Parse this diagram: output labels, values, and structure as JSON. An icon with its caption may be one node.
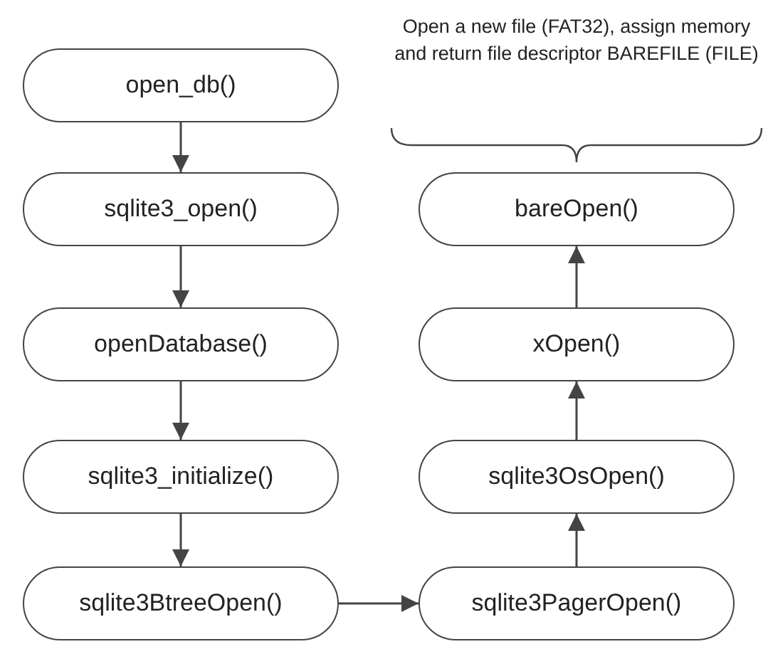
{
  "diagram": {
    "nodes": [
      {
        "text": [
          "open_db()"
        ]
      },
      {
        "text": [
          "sqlite3_open()"
        ]
      },
      {
        "text": [
          "openDatabase()"
        ]
      },
      {
        "text": [
          "sqlite3_initialize()"
        ]
      },
      {
        "text": [
          "sqlite3BtreeOpen()"
        ]
      },
      {
        "text": [
          "sqlite3PagerOpen()"
        ]
      },
      {
        "text": [
          "sqlite3OsOpen()"
        ]
      },
      {
        "text": [
          "xOpen()"
        ]
      },
      {
        "text": [
          "bareOpen()"
        ]
      }
    ],
    "labels": [
      "Open a new file (FAT32), assign memory and return file descriptor BAREFILE (FILE)"
    ],
    "edges": [
      {
        "from": 0,
        "to": 1,
        "arrow": "to"
      },
      {
        "from": 1,
        "to": 2,
        "arrow": "to"
      },
      {
        "from": 2,
        "to": 3,
        "arrow": "to"
      },
      {
        "from": 3,
        "to": 4,
        "arrow": "to"
      },
      {
        "from": 4,
        "to": 5,
        "arrow": "to"
      },
      {
        "from": 5,
        "to": 6,
        "arrow": "to"
      },
      {
        "from": 6,
        "to": 7,
        "arrow": "to"
      },
      {
        "from": 7,
        "to": 8,
        "arrow": "to"
      }
    ]
  }
}
